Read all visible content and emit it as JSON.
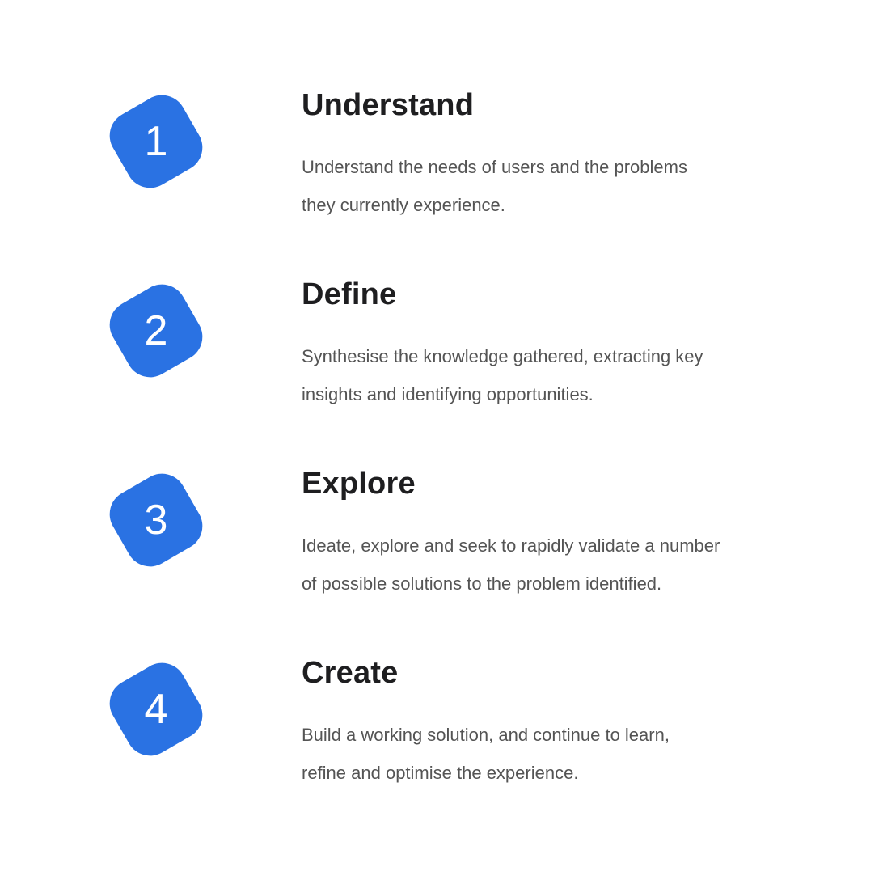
{
  "colors": {
    "badge": "#2a72e3",
    "title": "#1e1e20",
    "text": "#545454",
    "background": "#ffffff"
  },
  "steps": [
    {
      "number": "1",
      "title": "Understand",
      "description_line1": "Understand the needs of users and the problems",
      "description_line2": "they currently experience."
    },
    {
      "number": "2",
      "title": "Define",
      "description_line1": "Synthesise the knowledge gathered, extracting key",
      "description_line2": "insights and identifying opportunities."
    },
    {
      "number": "3",
      "title": "Explore",
      "description_line1": "Ideate, explore and seek to rapidly validate a number",
      "description_line2": "of possible solutions to the problem identified."
    },
    {
      "number": "4",
      "title": "Create",
      "description_line1": "Build a working solution, and continue to learn,",
      "description_line2": "refine and optimise the experience."
    }
  ]
}
